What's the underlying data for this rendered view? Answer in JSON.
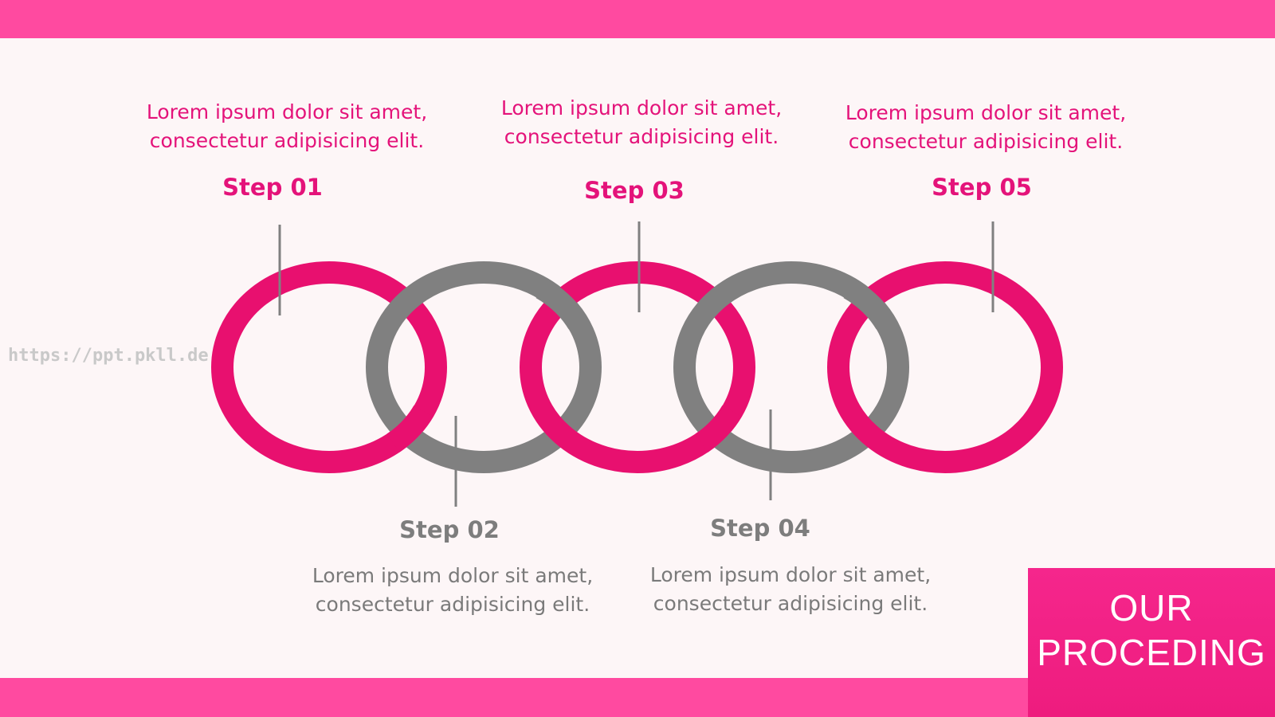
{
  "colors": {
    "band": "#ff4aa0",
    "accent": "#e8106f",
    "gray": "#808080",
    "bg": "#fdf6f7"
  },
  "watermark": "https://ppt.pkll.de",
  "title": {
    "line1": "OUR",
    "line2": "PROCEDING"
  },
  "steps": [
    {
      "label": "Step 01",
      "text_line1": "Lorem ipsum dolor sit amet,",
      "text_line2": "consectetur adipisicing elit.",
      "color": "pink",
      "position": "top"
    },
    {
      "label": "Step 02",
      "text_line1": "Lorem ipsum dolor sit amet,",
      "text_line2": "consectetur adipisicing elit.",
      "color": "gray",
      "position": "bottom"
    },
    {
      "label": "Step 03",
      "text_line1": "Lorem ipsum dolor sit amet,",
      "text_line2": "consectetur adipisicing elit.",
      "color": "pink",
      "position": "top"
    },
    {
      "label": "Step 04",
      "text_line1": "Lorem ipsum dolor sit amet,",
      "text_line2": "consectetur adipisicing elit.",
      "color": "gray",
      "position": "bottom"
    },
    {
      "label": "Step 05",
      "text_line1": "Lorem ipsum dolor sit amet,",
      "text_line2": "consectetur adipisicing elit.",
      "color": "pink",
      "position": "top"
    }
  ]
}
